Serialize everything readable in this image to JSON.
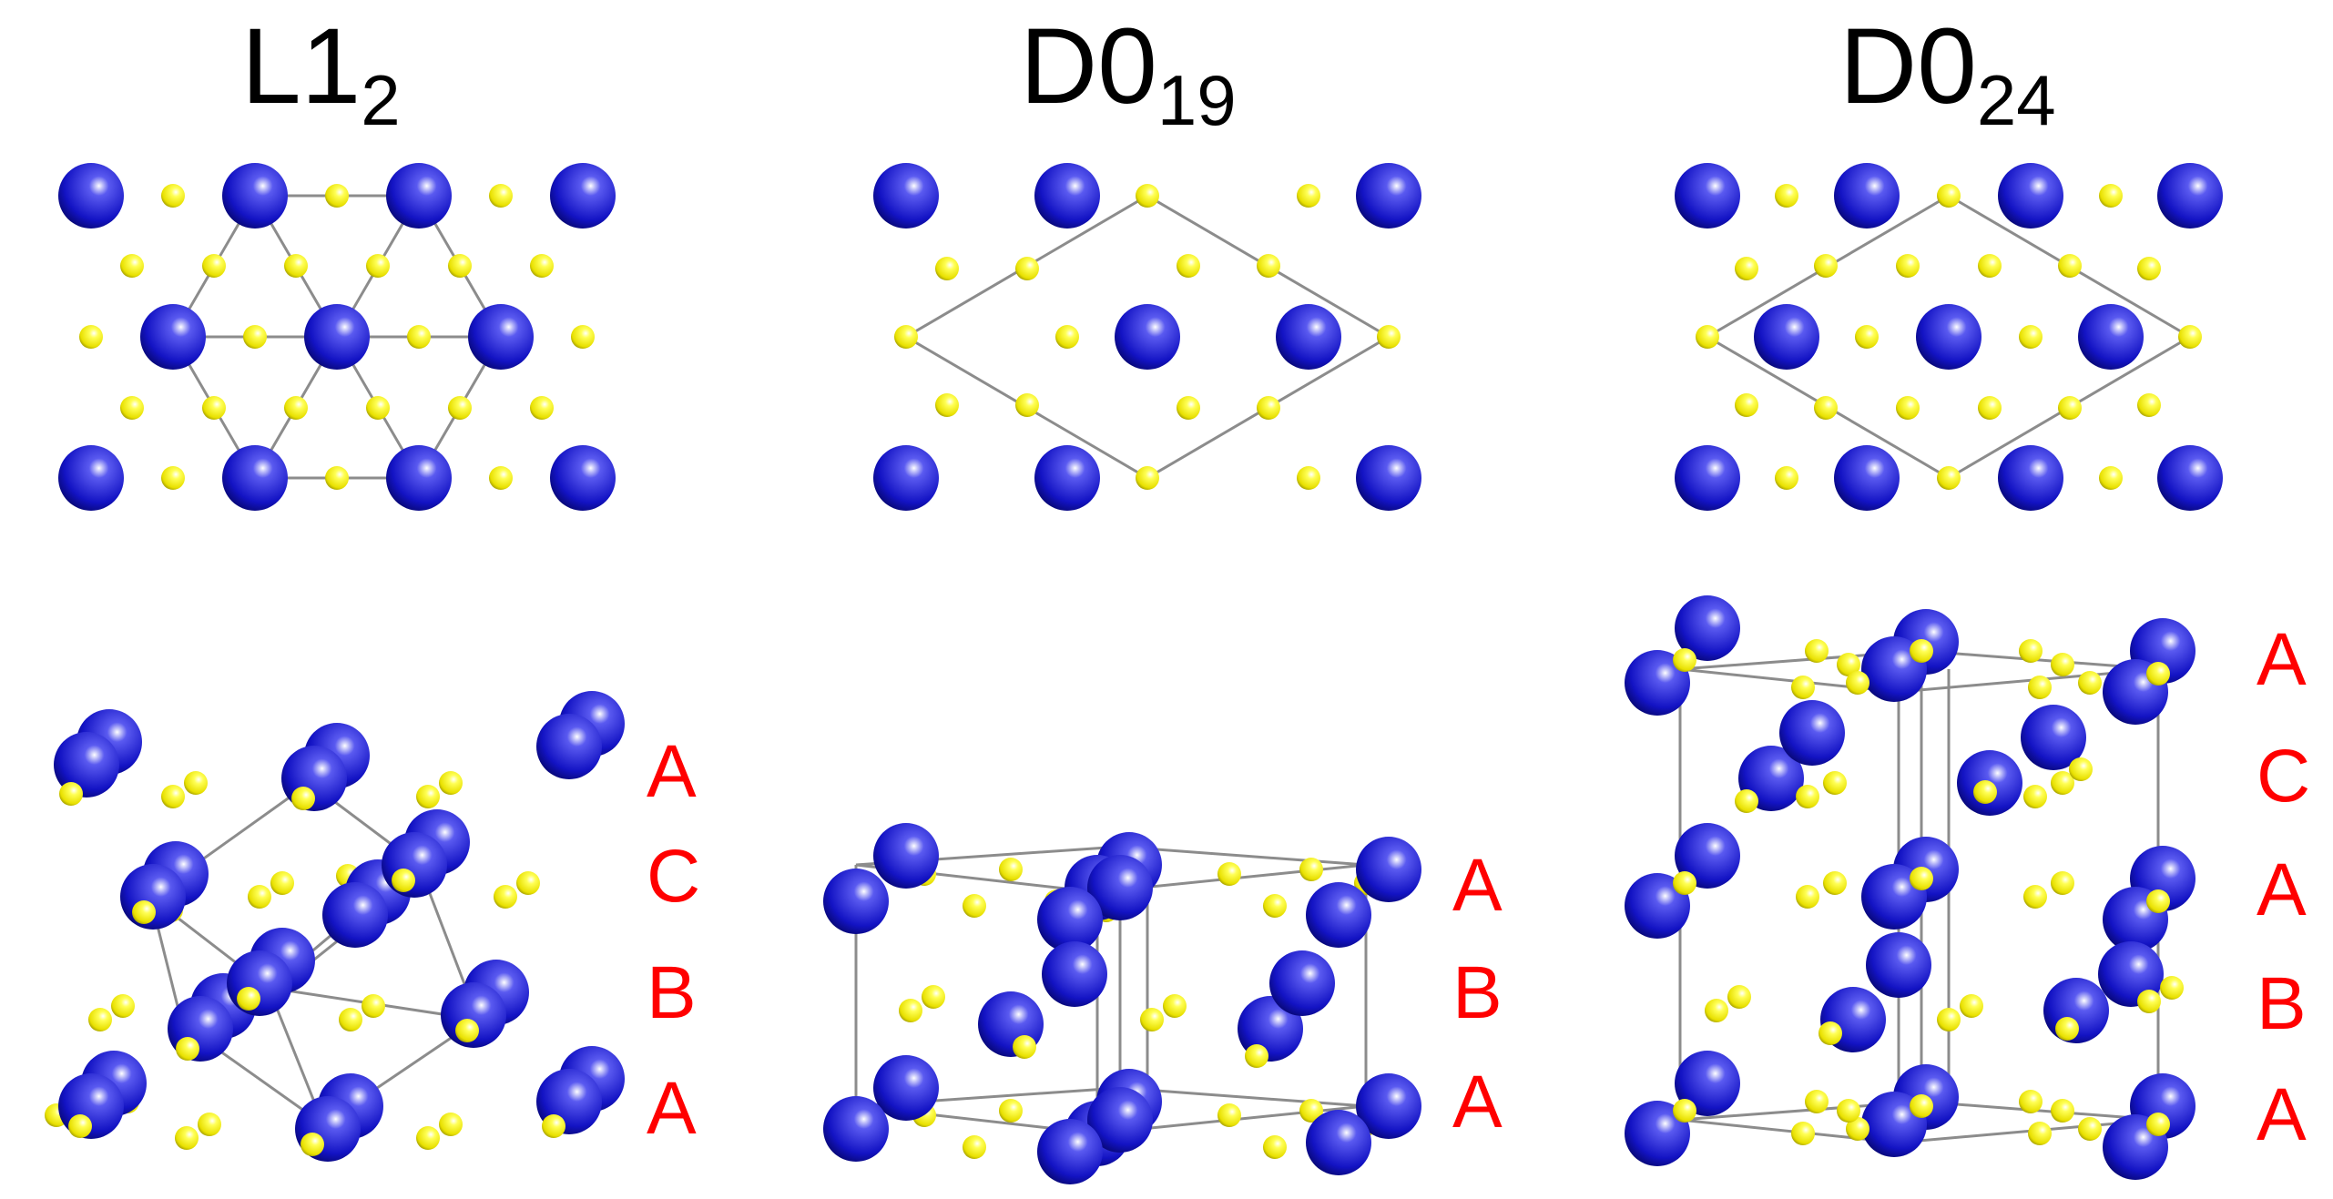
{
  "colors": {
    "large_atom": "#1010c8",
    "small_atom": "#f2ea00",
    "stacking_label": "#ff0000",
    "cell_line": "#8c8c8c"
  },
  "structures": [
    {
      "id": "L12",
      "title": "L1",
      "subscript": "2",
      "stacking": [
        "A",
        "C",
        "B",
        "A"
      ]
    },
    {
      "id": "D019",
      "title": "D0",
      "subscript": "19",
      "stacking": [
        "A",
        "B",
        "A"
      ]
    },
    {
      "id": "D024",
      "title": "D0",
      "subscript": "24",
      "stacking": [
        "A",
        "C",
        "A",
        "B",
        "A"
      ]
    }
  ]
}
